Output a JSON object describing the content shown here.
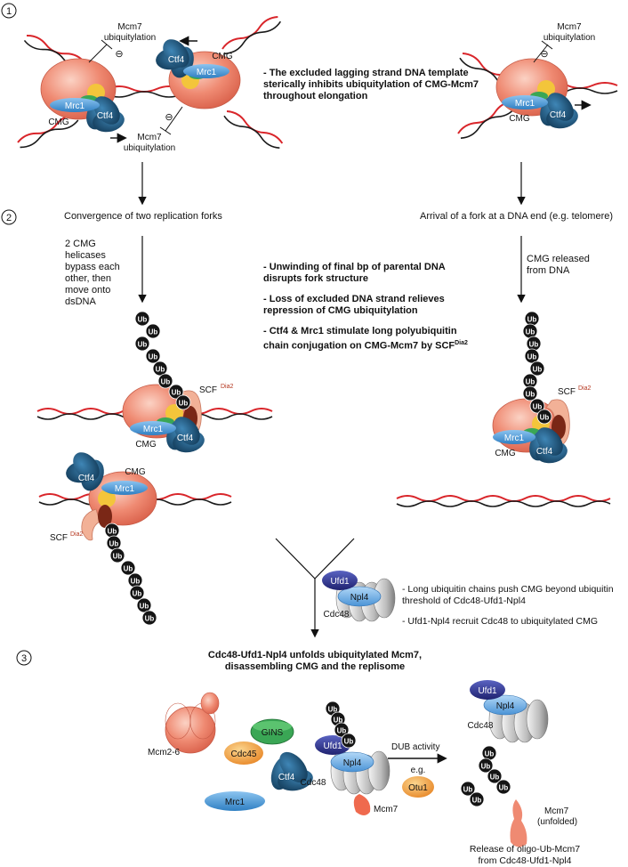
{
  "step_numbers": [
    "1",
    "2",
    "3"
  ],
  "terms": {
    "mcm7": "Mcm7",
    "ubiquitylation": "ubiquitylation",
    "cmg": "CMG",
    "ctf4": "Ctf4",
    "mrc1": "Mrc1",
    "ub": "Ub",
    "scf": "SCF",
    "dia2": "Dia2",
    "ufd1": "Ufd1",
    "npl4": "Npl4",
    "cdc48": "Cdc48",
    "gins": "GINS",
    "cdc45": "Cdc45",
    "mcm2_6": "Mcm2-6",
    "otu1": "Otu1",
    "inhibit_symbol": "⊖"
  },
  "panel1": {
    "note": "- The excluded lagging strand DNA template sterically inhibits ubiquitylation of CMG-Mcm7 throughout elongation"
  },
  "panel2": {
    "left_title": "Convergence of two replication forks",
    "right_title": "Arrival of a fork at a DNA end (e.g. telomere)",
    "left_step": "2 CMG helicases bypass each other, then move onto dsDNA",
    "right_step": "CMG released from DNA",
    "notes": [
      "- Unwinding of final bp of parental DNA disrupts fork structure",
      "- Loss of excluded DNA strand relieves repression of CMG ubiquitylation",
      "- Ctf4 & Mrc1 stimulate long polyubiquitin chain conjugation on CMG-Mcm7 by SCF"
    ],
    "note3_superscript": "Dia2",
    "cdc48_notes": [
      "- Long ubiquitin chains push CMG beyond ubiquitin threshold of Cdc48-Ufd1-Npl4",
      "- Ufd1-Npl4 recruit Cdc48 to ubiquitylated CMG"
    ]
  },
  "panel3": {
    "title": "Cdc48-Ufd1-Npl4 unfolds ubiquitylated Mcm7, disassembling CMG and the replisome",
    "dub_label": "DUB activity",
    "eg_label": "e.g.",
    "mcm7_unfolded": "(unfolded)",
    "release_caption": "Release of oligo-Ub-Mcm7 from Cdc48-Ufd1-Npl4"
  },
  "colors": {
    "dna_red": "#d9252a",
    "dna_black": "#1a1a1a",
    "mcm_salmon": "#ef8a72",
    "ctf4_teal": "#1f5d86",
    "mrc1_blue": "#3b8fd0",
    "ub_black": "#151515",
    "scf_peach": "#f2b197",
    "dia2_brown": "#7a2716",
    "ufd1_navy": "#2b2f8f",
    "npl4_blue": "#63a9e6",
    "cdc48_grey": "#c8c8c8",
    "gins_green": "#3aa655",
    "cdc45_orange": "#f4a640",
    "dia2_label_red": "#b5371f"
  }
}
